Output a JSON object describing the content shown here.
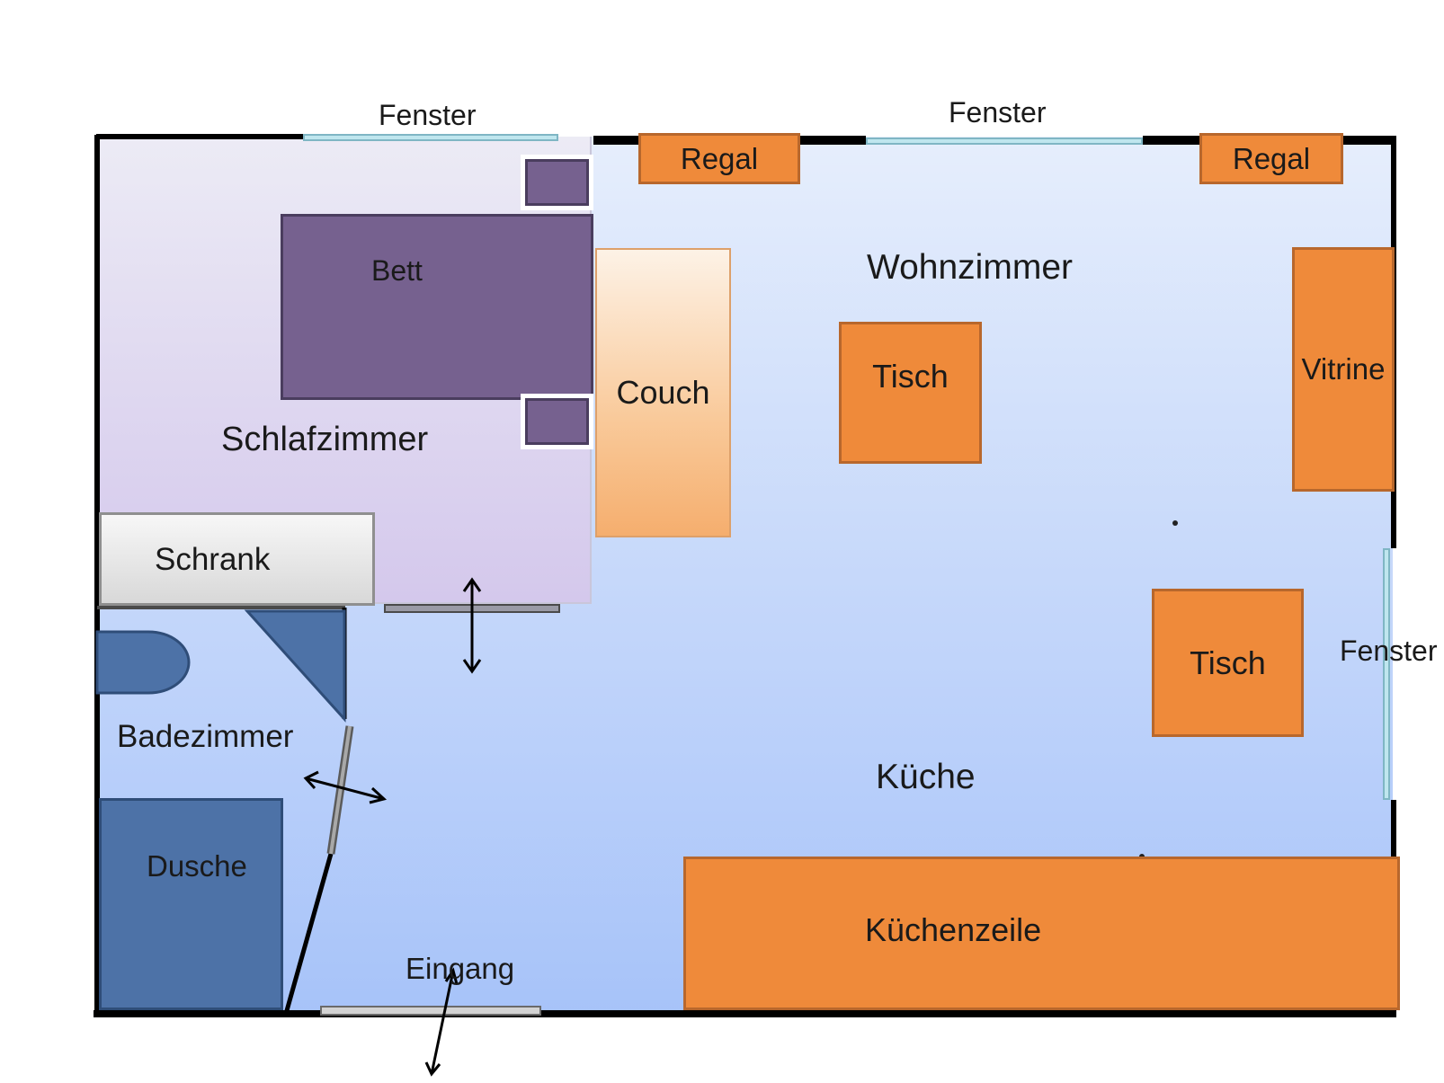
{
  "rooms": {
    "bedroom": "Schlafzimmer",
    "living": "Wohnzimmer",
    "bathroom": "Badezimmer",
    "kitchen": "Küche"
  },
  "furniture": {
    "bed": "Bett",
    "couch": "Couch",
    "wardrobe": "Schrank",
    "shelf_left": "Regal",
    "shelf_right": "Regal",
    "table_top": "Tisch",
    "table_bottom": "Tisch",
    "cabinet": "Vitrine",
    "shower": "Dusche",
    "kitchenette": "Küchenzeile"
  },
  "windows": {
    "top_left": "Fenster",
    "top_middle": "Fenster",
    "right": "Fenster"
  },
  "entrance": "Eingang",
  "colors": {
    "furniture_orange": "#ef8a3a",
    "bed_purple": "#76618f",
    "bath_blue": "#4d72a7",
    "floor_blue": "#c3d6fa",
    "bedroom_lilac": "#d4c8ec",
    "wall": "#000000"
  }
}
